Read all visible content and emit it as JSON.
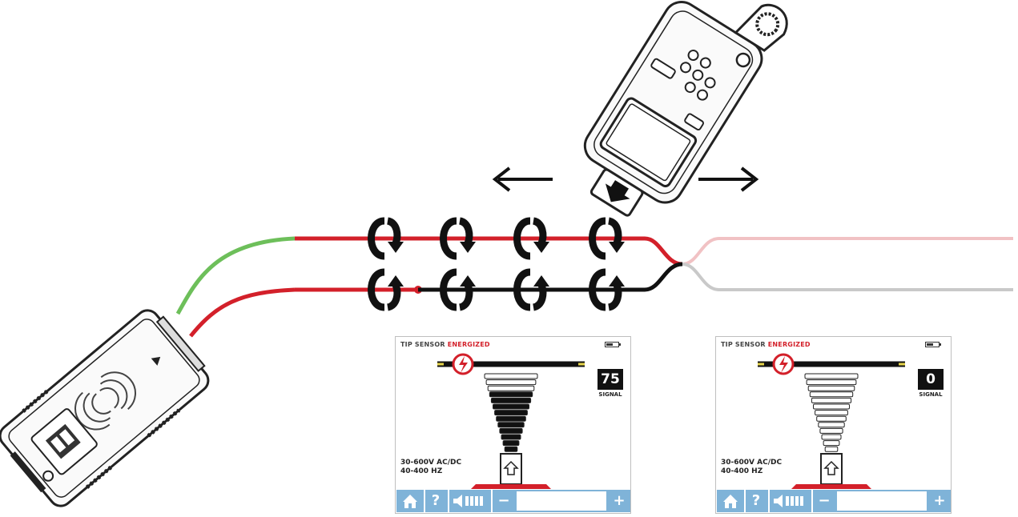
{
  "panels": [
    {
      "id": "left",
      "header_prefix": "TIP SENSOR ",
      "header_status": "ENERGIZED",
      "signal_value": "75",
      "signal_label": "SIGNAL",
      "voltage_line1": "30-600V AC/DC",
      "voltage_line2": "40-400 HZ",
      "battery_level": 0.6,
      "filled_bars": 10,
      "total_bars": 13
    },
    {
      "id": "right",
      "header_prefix": "TIP SENSOR ",
      "header_status": "ENERGIZED",
      "signal_value": "0",
      "signal_label": "SIGNAL",
      "voltage_line1": "30-600V AC/DC",
      "voltage_line2": "40-400 HZ",
      "battery_level": 0.6,
      "filled_bars": 0,
      "total_bars": 13
    }
  ],
  "toolbar": {
    "help_label": "?",
    "minus_label": "−",
    "plus_label": "+"
  },
  "colors": {
    "wire_red": "#d3202a",
    "wire_green": "#6dbf5a",
    "wire_black": "#111111",
    "wire_faded_red": "#f1c2c4",
    "wire_faded_gray": "#c9c9c9",
    "toolbar_blue": "#7fb3d8",
    "status_red": "#d3202a"
  },
  "icons": {
    "motion_left": "arrow-left-icon",
    "motion_right": "arrow-right-icon",
    "field_rotation": "circular-arrow-icon",
    "home": "home-icon",
    "volume": "speaker-icon",
    "energized": "lightning-icon"
  }
}
